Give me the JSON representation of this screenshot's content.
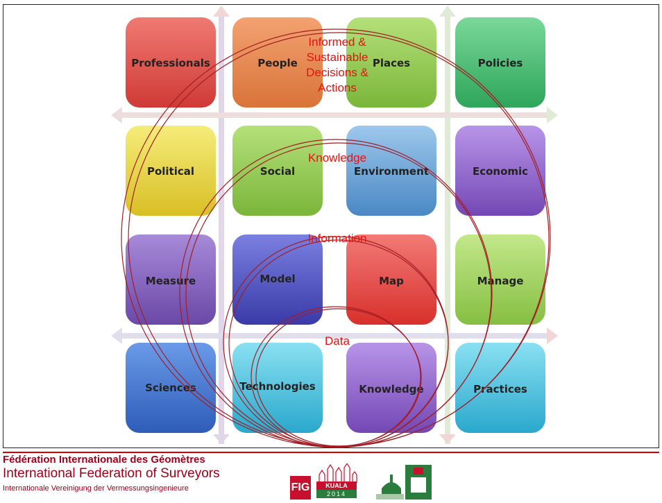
{
  "ring_labels": {
    "decisions_line1": "Informed &",
    "decisions_line2": "Sustainable",
    "decisions_line3": "Decisions &",
    "decisions_line4": "Actions",
    "knowledge": "Knowledge",
    "information": "Information",
    "data": "Data"
  },
  "tiles": {
    "r1": [
      "Professionals",
      "People",
      "Places",
      "Policies"
    ],
    "r2": [
      "Political",
      "Social",
      "Environment",
      "Economic"
    ],
    "r3": [
      "Measure",
      "Model",
      "Map",
      "Manage"
    ],
    "r4": [
      "Sciences",
      "Technologies",
      "Knowledge",
      "Practices"
    ]
  },
  "footer": {
    "org_fr": "Fédération Internationale des Géomètres",
    "org_en": "International Federation of Surveyors",
    "org_de": "Internationale Vereinigung der Vermessungsingenieure",
    "logo_fig": "FIG",
    "logo_kl": "KUALA LUMPUR",
    "logo_kl_year": "2014"
  },
  "colors": {
    "professionals": "#e0504a",
    "people": "#e9874a",
    "places": "#8cc63f",
    "policies": "#3dbb6b",
    "political": "#e8d23a",
    "social": "#8cc63f",
    "environment": "#5aa0d8",
    "economic": "#8a5cc8",
    "measure": "#7a58b8",
    "model": "#4a4ec0",
    "map": "#e8403c",
    "manage": "#8cc63f",
    "sciences": "#3a6cc8",
    "technologies": "#3ab8d8",
    "knowledge_tile": "#8a5cc8",
    "practices": "#3ab8d8",
    "ring": "#a31d24",
    "ring_text": "#e81010",
    "footer_line": "#d40000",
    "footer_text": "#a0001a"
  }
}
